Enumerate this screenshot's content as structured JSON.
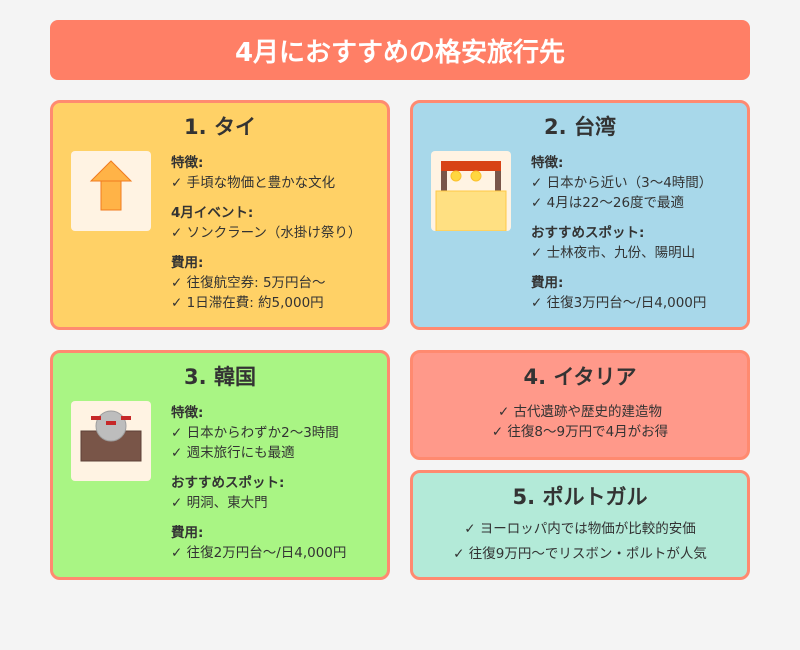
{
  "title": "4月におすすめの格安旅行先",
  "cards": [
    {
      "title": "1. タイ",
      "icon": "arrow-up-icon",
      "sections": [
        {
          "heading": "特徴:",
          "items": [
            "✓ 手頃な物価と豊かな文化"
          ]
        },
        {
          "heading": "4月イベント:",
          "items": [
            "✓ ソンクラーン（水掛け祭り）"
          ]
        },
        {
          "heading": "費用:",
          "items": [
            "✓ 往復航空券: 5万円台〜",
            "✓ 1日滞在費: 約5,000円"
          ]
        }
      ]
    },
    {
      "title": "2. 台湾",
      "icon": "night-market-stall-icon",
      "sections": [
        {
          "heading": "特徴:",
          "items": [
            "✓ 日本から近い（3〜4時間）",
            "✓ 4月は22〜26度で最適"
          ]
        },
        {
          "heading": "おすすめスポット:",
          "items": [
            "✓ 士林夜市、九份、陽明山"
          ]
        },
        {
          "heading": "費用:",
          "items": [
            "✓ 往復3万円台〜/日4,000円"
          ]
        }
      ]
    },
    {
      "title": "3. 韓国",
      "icon": "palace-icon",
      "sections": [
        {
          "heading": "特徴:",
          "items": [
            "✓ 日本からわずか2〜3時間",
            "✓ 週末旅行にも最適"
          ]
        },
        {
          "heading": "おすすめスポット:",
          "items": [
            "✓ 明洞、東大門"
          ]
        },
        {
          "heading": "費用:",
          "items": [
            "✓ 往復2万円台〜/日4,000円"
          ]
        }
      ]
    },
    {
      "title": "4. イタリア",
      "items": [
        "✓ 古代遺跡や歴史的建造物",
        "✓ 往復8〜9万円で4月がお得"
      ]
    },
    {
      "title": "5. ポルトガル",
      "items": [
        "✓ ヨーロッパ内では物価が比較的安価",
        "✓ 往復9万円〜でリスボン・ポルトが人気"
      ]
    }
  ]
}
